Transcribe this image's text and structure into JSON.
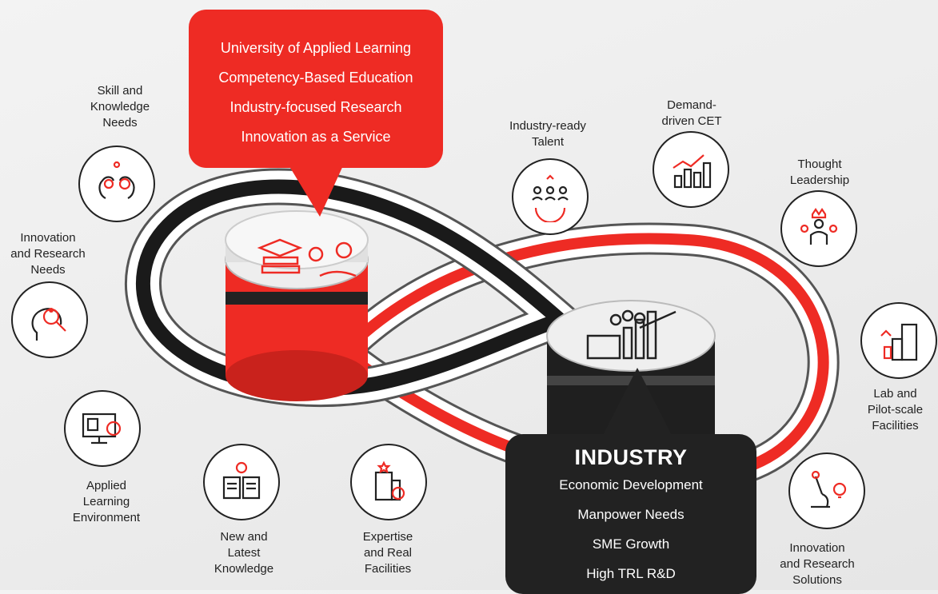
{
  "university": {
    "lines": [
      "University of Applied Learning",
      "Competency-Based Education",
      "Industry-focused Research",
      "Innovation as a Service"
    ]
  },
  "industry": {
    "title": "INDUSTRY",
    "lines": [
      "Economic Development",
      "Manpower Needs",
      "SME Growth",
      "High TRL R&D"
    ]
  },
  "labels": {
    "skill": [
      "Skill and",
      "Knowledge",
      "Needs"
    ],
    "innov_needs": [
      "Innovation",
      "and Research",
      "Needs"
    ],
    "applied": [
      "Applied",
      "Learning",
      "Environment"
    ],
    "new_knowledge": [
      "New and",
      "Latest",
      "Knowledge"
    ],
    "expertise": [
      "Expertise",
      "and Real",
      "Facilities"
    ],
    "talent": [
      "Industry-ready",
      "Talent"
    ],
    "cet": [
      "Demand-",
      "driven CET"
    ],
    "thought": [
      "Thought",
      "Leadership"
    ],
    "lab": [
      "Lab and",
      "Pilot-scale",
      "Facilities"
    ],
    "solutions": [
      "Innovation",
      "and Research",
      "Solutions"
    ]
  },
  "colors": {
    "red": "#ee2b24",
    "dark": "#222222",
    "track": "#ffffff"
  },
  "icons": [
    "brain-gears-icon",
    "head-magnifier-icon",
    "computer-gear-icon",
    "book-bulb-icon",
    "building-gear-icon",
    "team-gear-icon",
    "growth-chart-icon",
    "leader-crown-icon",
    "lab-building-icon",
    "microscope-bulb-icon",
    "education-pillar-icon",
    "industry-factory-icon"
  ]
}
